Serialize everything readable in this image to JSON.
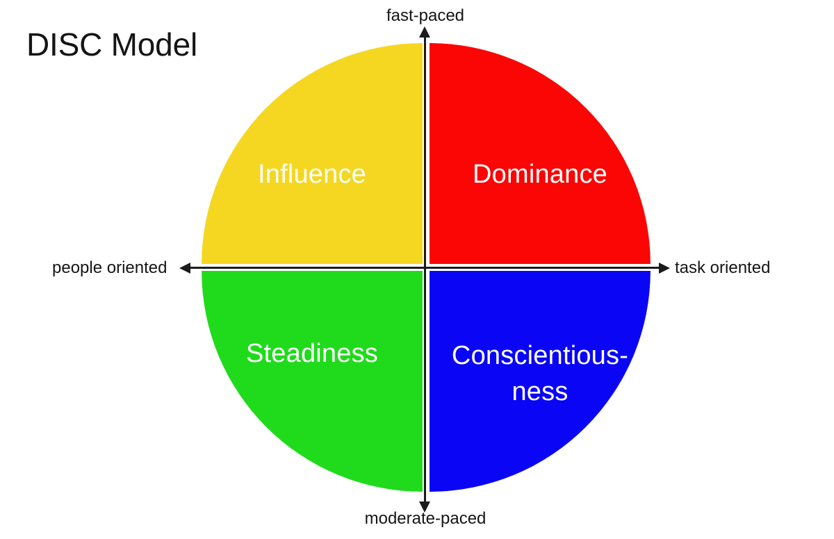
{
  "title": "DISC Model",
  "chart_data": {
    "type": "pie",
    "title": "DISC Model",
    "subtitle": "",
    "xlabel": "people oriented ← → task oriented",
    "ylabel": "moderate-paced ↓ ↑ fast-paced",
    "legend_position": "none",
    "grid": false,
    "categories": [
      "Influence",
      "Dominance",
      "Steadiness",
      "Conscientiousness"
    ],
    "values": [
      25,
      25,
      25,
      25
    ],
    "colors": [
      "#F5D722",
      "#FC0505",
      "#20DB1B",
      "#0A06F5"
    ],
    "annotations": [
      {
        "text": "fast-paced",
        "position": "top"
      },
      {
        "text": "moderate-paced",
        "position": "bottom"
      },
      {
        "text": "people oriented",
        "position": "left"
      },
      {
        "text": "task oriented",
        "position": "right"
      }
    ]
  },
  "axes": {
    "top_label": "fast-paced",
    "bottom_label": "moderate-paced",
    "left_label": "people oriented",
    "right_label": "task oriented"
  },
  "quadrants": {
    "influence": {
      "label": "Influence",
      "color": "#F5D722",
      "text_color": "#ffffff",
      "position": "top-left"
    },
    "dominance": {
      "label": "Dominance",
      "color": "#FC0505",
      "text_color": "#ffffff",
      "position": "top-right"
    },
    "steadiness": {
      "label": "Steadiness",
      "color": "#20DB1B",
      "text_color": "#ffffff",
      "position": "bottom-left"
    },
    "conscientiousness": {
      "label": "Conscientious-\nness",
      "color": "#0A06F5",
      "text_color": "#ffffff",
      "position": "bottom-right"
    }
  },
  "icons": {
    "arrow_up": "arrow-up-icon",
    "arrow_down": "arrow-down-icon",
    "arrow_left": "arrow-left-icon",
    "arrow_right": "arrow-right-icon"
  }
}
